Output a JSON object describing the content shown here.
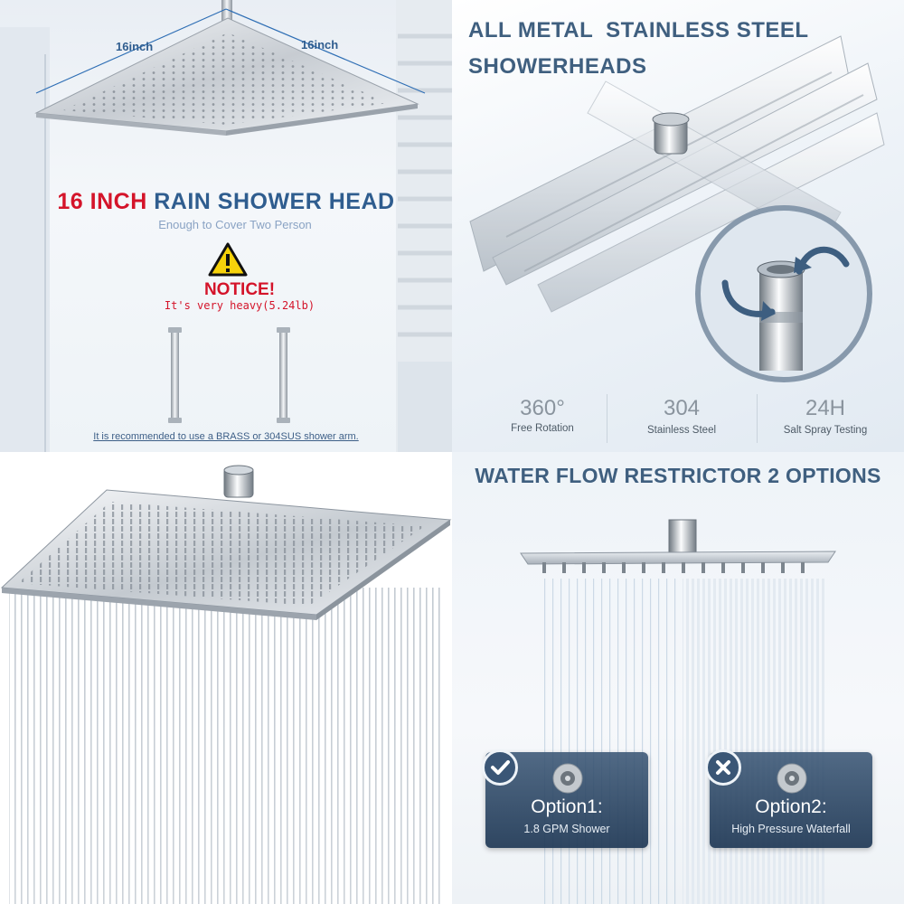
{
  "panel1": {
    "dim_left": "16inch",
    "dim_right": "16inch",
    "title_red": "16 INCH",
    "title_blue": "RAIN SHOWER HEAD",
    "subtitle": "Enough to Cover Two Person",
    "notice": "NOTICE!",
    "heavy_note": "It's very heavy(5.24lb)",
    "recommendation": "It is recommended to use a BRASS or 304SUS shower arm.",
    "warning_icon": "warning-triangle-icon"
  },
  "panel2": {
    "title_line1": "ALL METAL  STAINLESS STEEL",
    "title_line2": "SHOWERHEADS",
    "stats": [
      {
        "value": "360°",
        "label": "Free Rotation"
      },
      {
        "value": "304",
        "label": "Stainless Steel"
      },
      {
        "value": "24H",
        "label": "Salt Spray Testing"
      }
    ],
    "rotate_icon": "rotate-arrow-icon"
  },
  "panel4": {
    "title": "WATER FLOW RESTRICTOR 2 OPTIONS",
    "options": [
      {
        "name": "Option1:",
        "desc": "1.8 GPM Shower",
        "badge_icon": "check-icon"
      },
      {
        "name": "Option2:",
        "desc": "High Pressure Waterfall",
        "badge_icon": "cross-icon"
      }
    ]
  },
  "colors": {
    "brand_red": "#d4142a",
    "brand_blue": "#2f5d8f",
    "title_slate": "#3f5f7f",
    "card_navy": "#2e4a6a"
  }
}
